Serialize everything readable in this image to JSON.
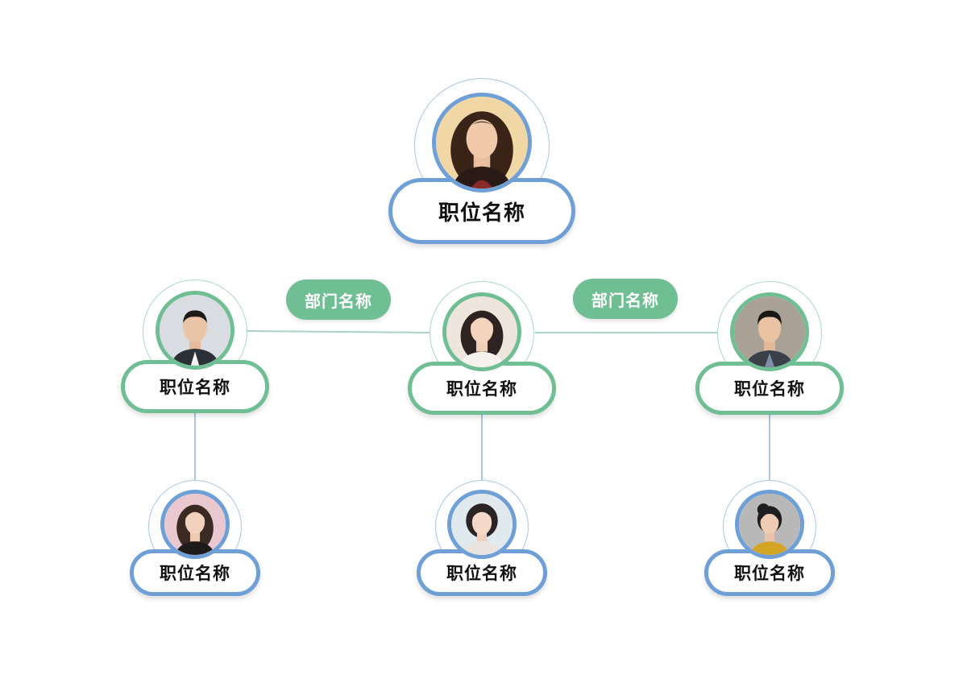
{
  "colors": {
    "blue_primary": "#6e9fd6",
    "blue_halo": "#a9c6e2",
    "green_primary": "#6fbe94",
    "green_halo": "#a9d9c0",
    "connector": "#a9d3c4",
    "text": "#111111"
  },
  "departments": [
    {
      "label": "部门名称"
    },
    {
      "label": "部门名称"
    }
  ],
  "nodes": {
    "top": {
      "title": "职位名称",
      "avatar": "woman-avatar-icon",
      "theme": "blue"
    },
    "mid_left": {
      "title": "职位名称",
      "avatar": "man-avatar-icon",
      "theme": "green"
    },
    "mid_center": {
      "title": "职位名称",
      "avatar": "woman-avatar-icon",
      "theme": "green"
    },
    "mid_right": {
      "title": "职位名称",
      "avatar": "man-avatar-icon",
      "theme": "green"
    },
    "bottom_left": {
      "title": "职位名称",
      "avatar": "woman-avatar-icon",
      "theme": "blue"
    },
    "bottom_center": {
      "title": "职位名称",
      "avatar": "woman-avatar-icon",
      "theme": "blue"
    },
    "bottom_right": {
      "title": "职位名称",
      "avatar": "woman-avatar-icon",
      "theme": "blue"
    }
  }
}
